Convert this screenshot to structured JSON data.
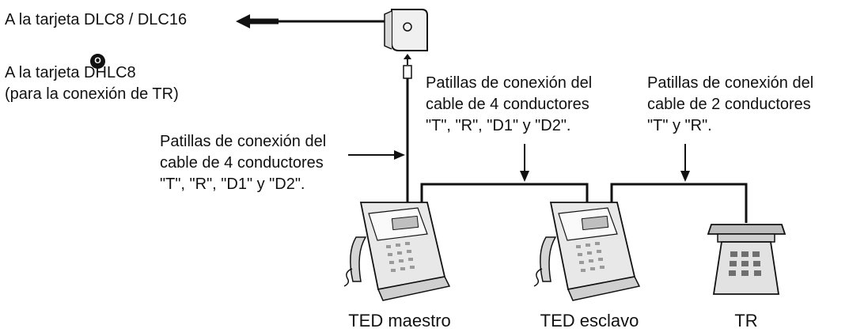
{
  "left_labels": {
    "dlc_card": "A la tarjeta DLC8 / DLC16",
    "or_marker": "O",
    "dhlc_card": "A la tarjeta DHLC8",
    "dhlc_note": "(para la conexión de TR)"
  },
  "pin_note_left": {
    "line1": "Patillas de conexión del",
    "line2": "cable de 4 conductores",
    "line3": "\"T\", \"R\", \"D1\" y \"D2\"."
  },
  "pin_note_middle": {
    "line1": "Patillas de conexión del",
    "line2": "cable de 4 conductores",
    "line3": "\"T\", \"R\", \"D1\" y \"D2\"."
  },
  "pin_note_right": {
    "line1": "Patillas de conexión del",
    "line2": "cable de 2 conductores",
    "line3": "\"T\" y \"R\"."
  },
  "devices": {
    "master": "TED maestro",
    "slave": "TED esclavo",
    "sld": "TR"
  }
}
